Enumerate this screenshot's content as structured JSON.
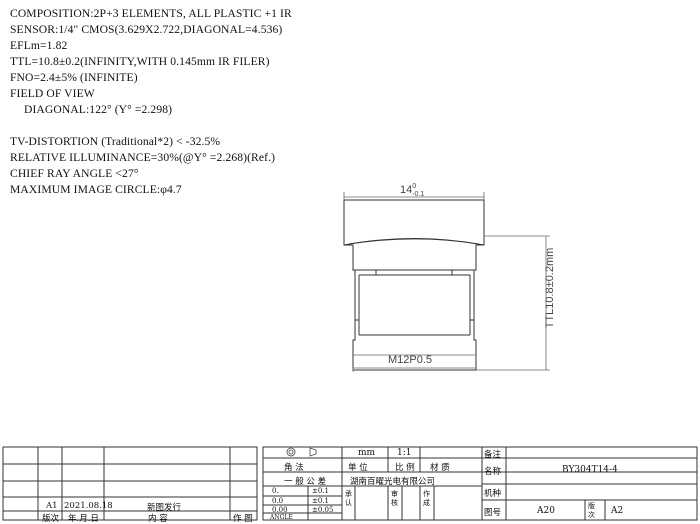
{
  "specs": {
    "composition": "COMPOSITION:2P+3 ELEMENTS, ALL PLASTIC +1 IR",
    "sensor": "SENSOR:1/4\" CMOS(3.629X2.722,DIAGONAL=4.536)",
    "efl": "EFLm=1.82",
    "ttl": "TTL=10.8±0.2(INFINITY,WITH 0.145mm IR FILER)",
    "fno": "FNO=2.4±5% (INFINITE)",
    "fov": "FIELD OF VIEW",
    "diagonal": "DIAGONAL:122° (Y° =2.298)",
    "distortion": "TV-DISTORTION (Traditional*2) < -32.5%",
    "illuminance": "RELATIVE ILLUMINANCE=30%(@Y° =2.268)(Ref.)",
    "cra": "CHIEF RAY ANGLE <27°",
    "image_circle": "MAXIMUM IMAGE CIRCLE:φ4.7"
  },
  "drawing": {
    "width_dim": "14",
    "width_tol_upper": "0",
    "width_tol_lower": "-0.1",
    "height_dim": "TTL10.8±0.2mm",
    "thread": "M12P0.5"
  },
  "title_block": {
    "unit_value": "mm",
    "scale_value": "1:1",
    "note_label": "备注",
    "angle_label": "角    法",
    "unit_label": "单 位",
    "scale_label": "比 例",
    "material_label": "材    质",
    "name_label": "名称",
    "name_value": "BY304T14-4",
    "tolerance_label": "一 般 公 差",
    "tolerances": [
      {
        "range": "0.",
        "value": "±0.1"
      },
      {
        "range": "0.0",
        "value": "±0.1"
      },
      {
        "range": "0.00",
        "value": "±0.05"
      },
      {
        "range": "ANGLE",
        "value": ""
      }
    ],
    "company": "湖南百曜光电有限公司",
    "approve_label": "承认",
    "review_label": "审核",
    "drafter_label": "作成",
    "model_label": "机种",
    "drawing_no_label": "图号",
    "drawing_no_value": "A20",
    "revision_label": "版次",
    "revision_value": "A2"
  },
  "revision_block": {
    "row": {
      "version": "A1",
      "date": "2021.08.18",
      "content": "新图发行"
    },
    "headers": {
      "version": "版次",
      "date": "年.月.日",
      "content": "内      容",
      "author": "作 图"
    }
  }
}
